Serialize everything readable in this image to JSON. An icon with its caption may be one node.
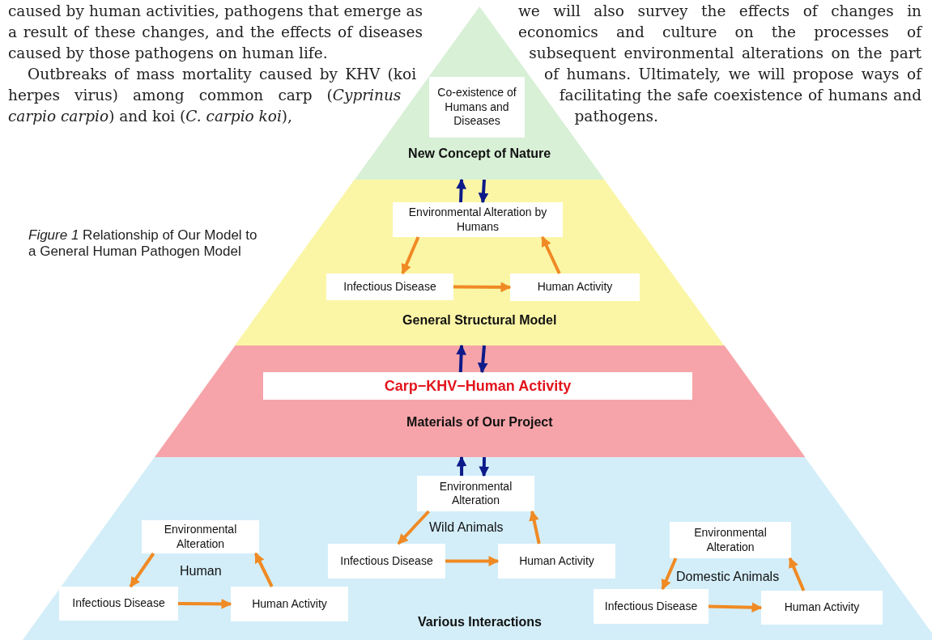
{
  "diagram": {
    "caption": "*Figure 1* Relationship of Our Model to a General Human Pathogen Model",
    "nodes": [
      {
        "text": [
          "New Concept of Nature"
        ]
      },
      {
        "text": [
          "Co-existence of Humans and Diseases"
        ],
        "in": 0
      },
      {
        "text": [
          "General Structural Model"
        ]
      },
      {
        "text": [
          "Environmental Alteration by Humans"
        ],
        "in": 2
      },
      {
        "text": [
          "Infectious Disease"
        ],
        "in": 2
      },
      {
        "text": [
          "Human Activity"
        ],
        "in": 2
      },
      {
        "text": [
          "Materials of Our Project"
        ]
      },
      {
        "text": [
          "Carp−KHV−Human Activity"
        ],
        "in": 6
      },
      {
        "text": [
          "Various Interactions"
        ]
      },
      {
        "text": [
          "Environmental Alteration"
        ],
        "in": 8
      },
      {
        "text": [
          "Infectious Disease"
        ],
        "in": 8
      },
      {
        "text": [
          "Human Activity"
        ],
        "in": 8
      },
      {
        "text": [
          "Environmental Alteration"
        ],
        "in": 8
      },
      {
        "text": [
          "Infectious Disease"
        ],
        "in": 8
      },
      {
        "text": [
          "Human Activity"
        ],
        "in": 8
      },
      {
        "text": [
          "Environmental Alteration"
        ],
        "in": 8
      },
      {
        "text": [
          "Infectious Disease"
        ],
        "in": 8
      },
      {
        "text": [
          "Human Activity"
        ],
        "in": 8
      }
    ],
    "edges": [
      {
        "from": 3,
        "to": 0,
        "arrow": "to",
        "color": "#0d1b8a"
      },
      {
        "from": 0,
        "to": 3,
        "arrow": "to",
        "color": "#0d1b8a"
      },
      {
        "from": 7,
        "to": 2,
        "arrow": "to",
        "color": "#0d1b8a"
      },
      {
        "from": 2,
        "to": 7,
        "arrow": "to",
        "color": "#0d1b8a"
      },
      {
        "from": 12,
        "to": 6,
        "arrow": "to",
        "color": "#0d1b8a"
      },
      {
        "from": 6,
        "to": 12,
        "arrow": "to",
        "color": "#0d1b8a"
      },
      {
        "from": 3,
        "to": 4,
        "arrow": "to"
      },
      {
        "from": 4,
        "to": 5,
        "arrow": "to"
      },
      {
        "from": 5,
        "to": 3,
        "arrow": "to"
      },
      {
        "from": 9,
        "to": 10,
        "arrow": "to"
      },
      {
        "from": 10,
        "to": 11,
        "arrow": "to"
      },
      {
        "from": 11,
        "to": 9,
        "arrow": "to"
      },
      {
        "from": 12,
        "to": 13,
        "arrow": "to"
      },
      {
        "from": 13,
        "to": 14,
        "arrow": "to"
      },
      {
        "from": 14,
        "to": 12,
        "arrow": "to"
      },
      {
        "from": 15,
        "to": 16,
        "arrow": "to"
      },
      {
        "from": 16,
        "to": 17,
        "arrow": "to"
      },
      {
        "from": 17,
        "to": 15,
        "arrow": "to"
      }
    ],
    "labels": [
      "caused by human activities, pathogens that emerge as a result of these changes, and the effects of diseases caused by those pathogens on human life.",
      "Outbreaks of mass mortality caused by KHV (koi herpes virus) among common carp (*Cyprinus carpio carpio*) and koi (*C. carpio koi*),",
      "we will also survey the effects of changes in economics and culture on the processes of subsequent environmental alterations on the part of humans. Ultimately, we will propose ways of facilitating the safe coexistence of humans and pathogens.",
      "Wild Animals",
      "Human",
      "Domestic Animals"
    ]
  }
}
